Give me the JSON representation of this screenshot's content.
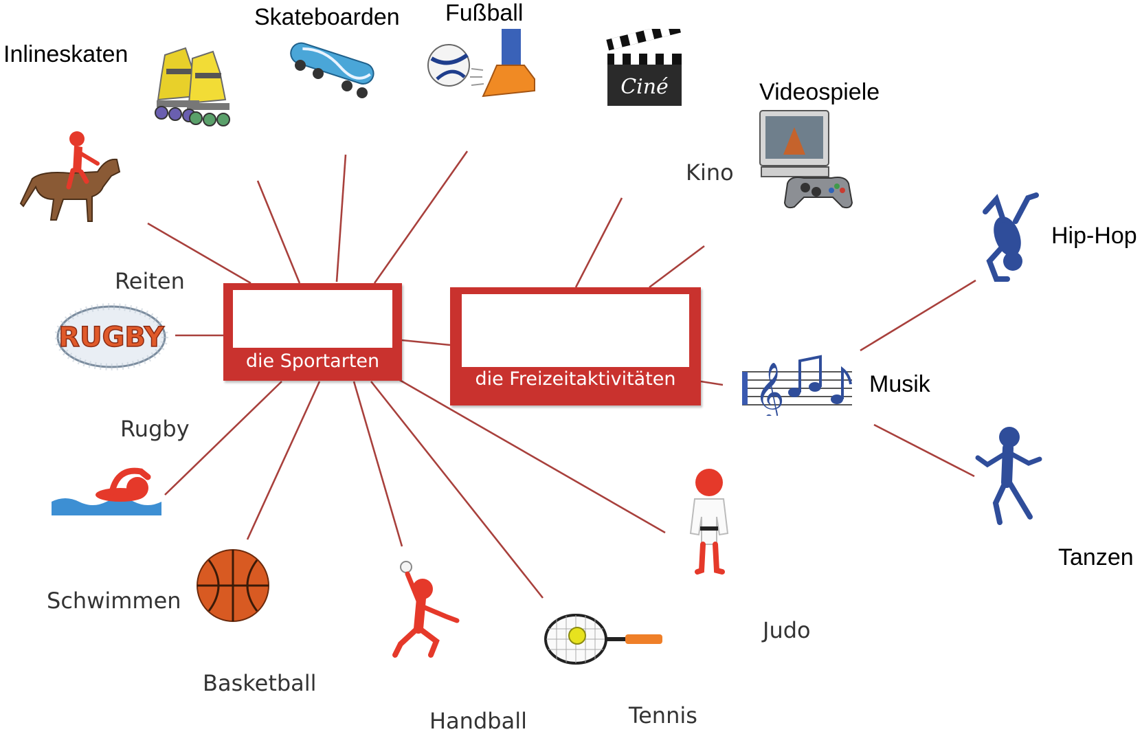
{
  "hubs": {
    "sports": {
      "caption": "die Sportarten"
    },
    "leisure": {
      "caption": "die Freizeitaktivitäten"
    }
  },
  "labels": {
    "inlineskaten": "Inlineskaten",
    "skateboarden": "Skateboarden",
    "fussball": "Fußball",
    "videospiele": "Videospiele",
    "kino": "Kino",
    "hiphop": "Hip-Hop",
    "reiten": "Reiten",
    "musik": "Musik",
    "rugby": "Rugby",
    "schwimmen": "Schwimmen",
    "basketball": "Basketball",
    "handball": "Handball",
    "tennis": "Tennis",
    "judo": "Judo",
    "tanzen": "Tanzen"
  },
  "pictures": {
    "rugby_ball_text": "RUGBY",
    "clapper_text": "Ciné"
  },
  "colors": {
    "accent": "#c9322e",
    "line": "#a8403c",
    "figure_red": "#e5392a",
    "figure_blue": "#2f4d9a"
  }
}
